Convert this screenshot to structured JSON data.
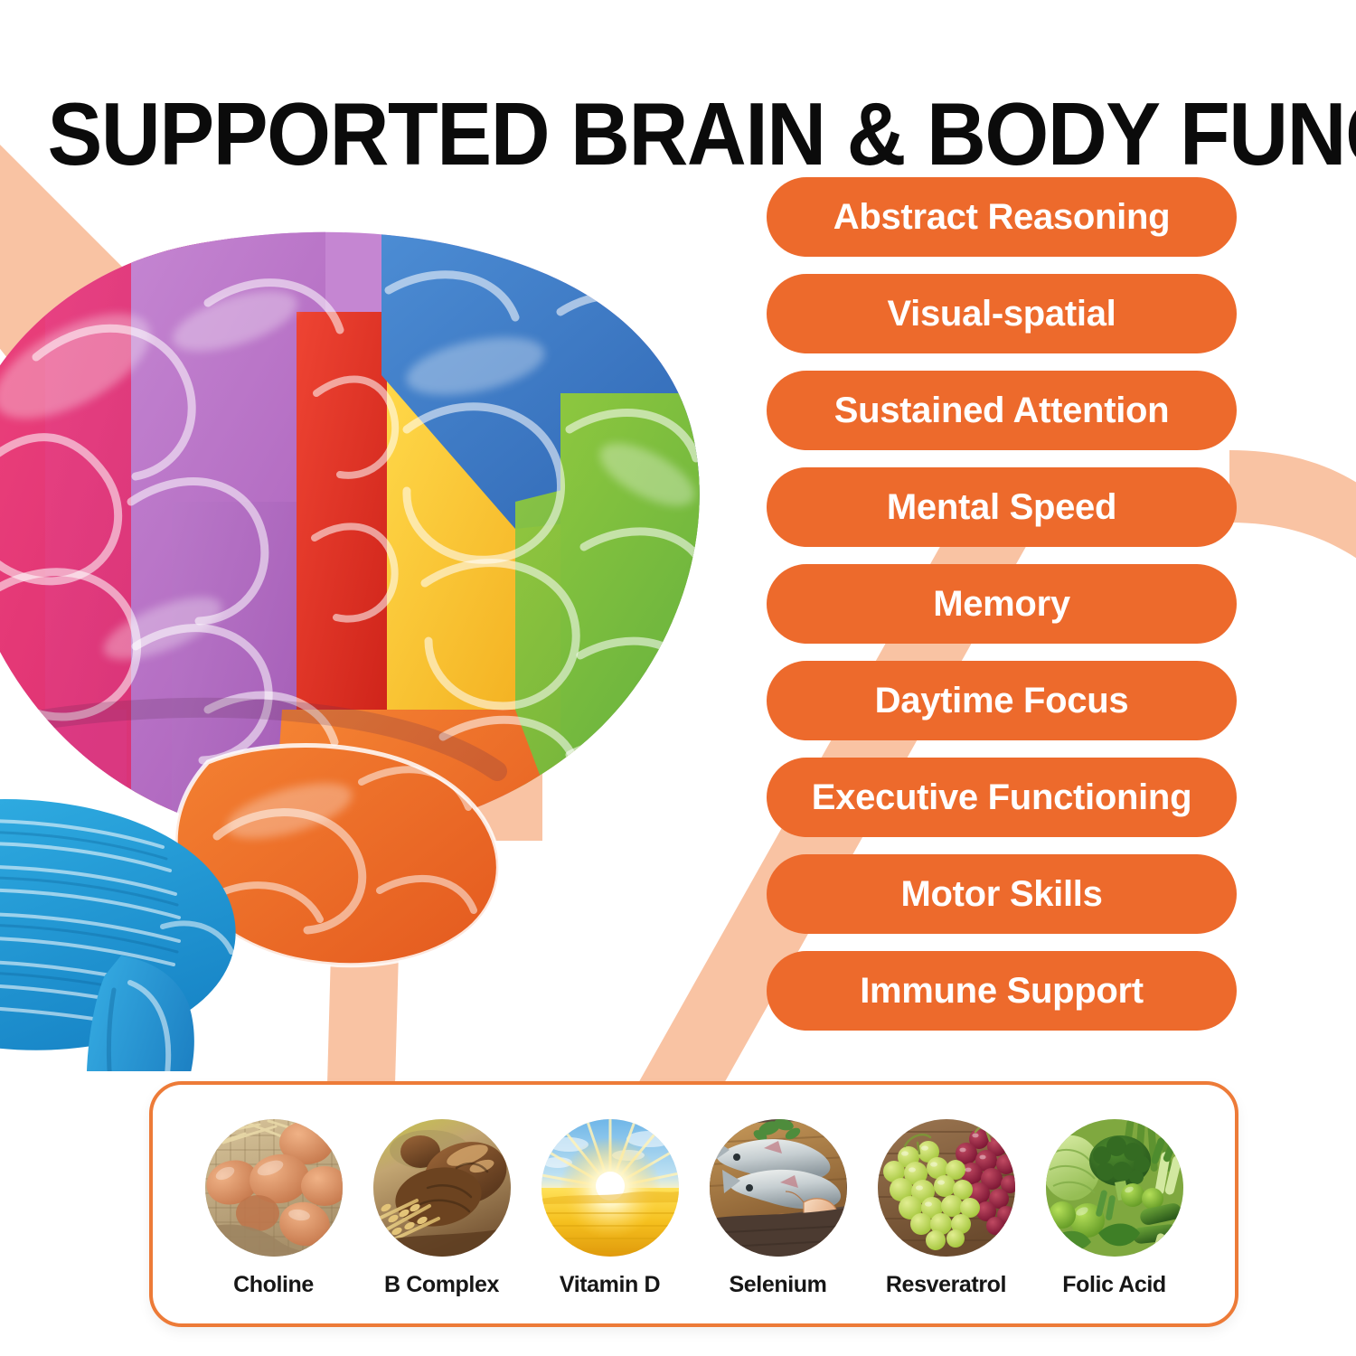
{
  "header": {
    "title": "SUPPORTED BRAIN & BODY FUNCTIONS"
  },
  "colors": {
    "pill_orange": "#ED6A2C",
    "ribbon_peach": "#F9C3A3",
    "card_border": "#ED7B38",
    "title_black": "#0B0B0B",
    "pill_text": "#FFFFFF",
    "background": "#FFFFFF"
  },
  "functions": {
    "items": [
      {
        "label": "Abstract Reasoning"
      },
      {
        "label": "Visual-spatial"
      },
      {
        "label": "Sustained Attention"
      },
      {
        "label": "Mental Speed"
      },
      {
        "label": "Memory"
      },
      {
        "label": "Daytime Focus"
      },
      {
        "label": "Executive Functioning"
      },
      {
        "label": "Motor Skills"
      },
      {
        "label": "Immune Support"
      }
    ]
  },
  "ingredients": {
    "items": [
      {
        "label": "Choline",
        "image": "eggs-in-burlap-sack-photo"
      },
      {
        "label": "B Complex",
        "image": "whole-grain-bread-and-wheat-photo"
      },
      {
        "label": "Vitamin D",
        "image": "sunrise-over-field-photo"
      },
      {
        "label": "Selenium",
        "image": "fish-and-shrimp-on-board-photo"
      },
      {
        "label": "Resveratrol",
        "image": "green-and-red-grapes-photo"
      },
      {
        "label": "Folic Acid",
        "image": "green-vegetables-photo"
      }
    ]
  },
  "illustration": {
    "brain": "colorful-anatomical-brain-illustration",
    "ribbons": "peach-swoosh-ribbons"
  }
}
